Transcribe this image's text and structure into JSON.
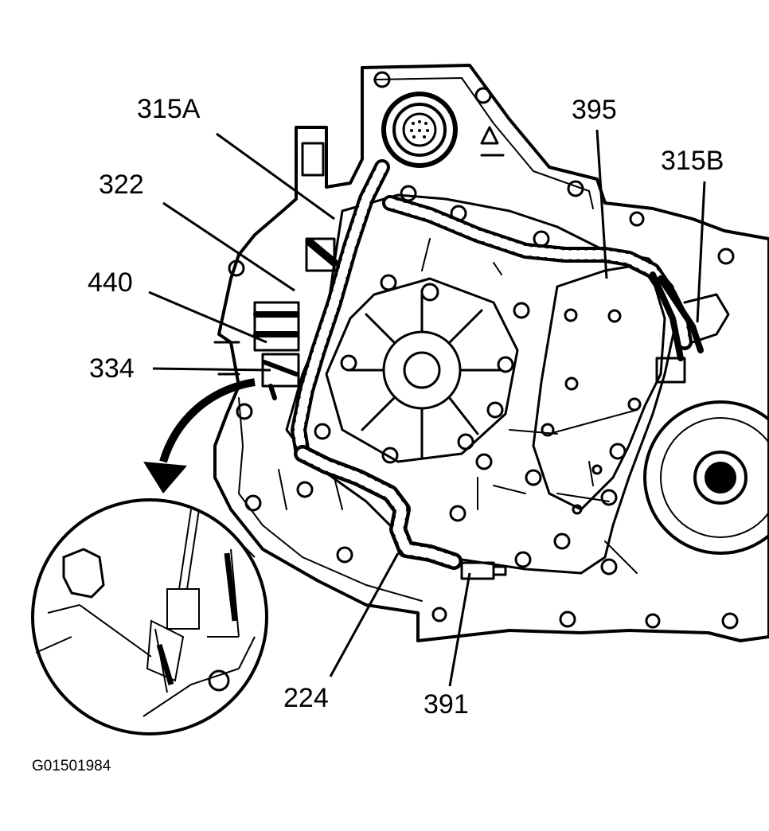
{
  "callouts": {
    "c315a": "315A",
    "c322": "322",
    "c440": "440",
    "c334": "334",
    "c395": "395",
    "c315b": "315B",
    "c224": "224",
    "c391": "391"
  },
  "figure_id": "G01501984",
  "colors": {
    "ink": "#000000",
    "paper": "#ffffff"
  }
}
